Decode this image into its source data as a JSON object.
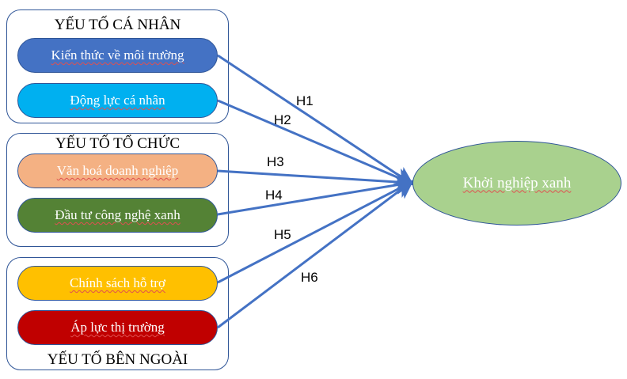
{
  "groups": [
    {
      "title": "YẾU TỐ CÁ NHÂN",
      "factors": [
        {
          "label": "Kiến thức về môi trường",
          "color": "#4472C4"
        },
        {
          "label": "Động lực cá nhân",
          "color": "#00B0F0"
        }
      ]
    },
    {
      "title": "YẾU TỐ TỔ CHỨC",
      "factors": [
        {
          "label": "Văn hoá doanh nghiệp",
          "color": "#F4B183"
        },
        {
          "label": "Đầu tư công nghệ xanh",
          "color": "#548235"
        }
      ]
    },
    {
      "title": "YẾU TỐ BÊN NGOÀI",
      "factors": [
        {
          "label": "Chính sách hỗ trợ",
          "color": "#FFC000"
        },
        {
          "label": "Áp lực thị trường",
          "color": "#C00000"
        }
      ]
    }
  ],
  "outcome": {
    "label": "Khởi nghiệp xanh",
    "color": "#A9D18E"
  },
  "hypotheses": [
    "H1",
    "H2",
    "H3",
    "H4",
    "H5",
    "H6"
  ],
  "arrow_color": "#4472C4"
}
